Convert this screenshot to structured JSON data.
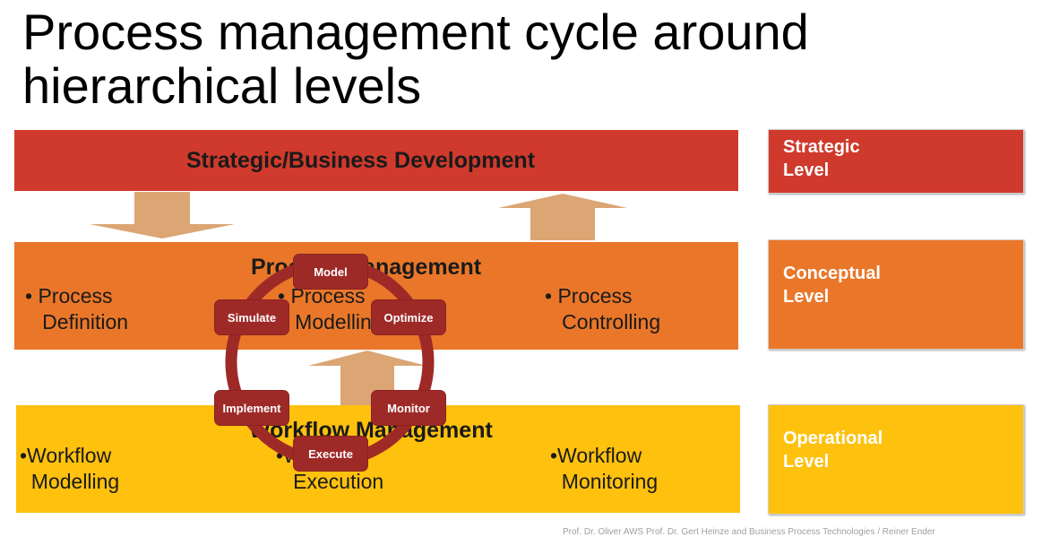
{
  "title_line1": "Process management cycle around",
  "title_line2": "hierarchical levels",
  "bands": {
    "strategic": {
      "title": "Strategic/Business Development"
    },
    "conceptual": {
      "title": "Process Management",
      "bullets": [
        "• Process\n   Definition",
        "• Process\n   Modelling",
        "• Process\n   Controlling"
      ]
    },
    "operational": {
      "title": "Workflow Management",
      "bullets": [
        "•Workflow\n  Modelling",
        "•Workflow\n   Execution",
        "•Workflow\n  Monitoring"
      ]
    }
  },
  "levels": {
    "strategic": "Strategic\nLevel",
    "conceptual": "Conceptual\nLevel",
    "operational": "Operational\nLevel"
  },
  "cycle": {
    "steps": [
      "Model",
      "Optimize",
      "Monitor",
      "Execute",
      "Implement",
      "Simulate"
    ],
    "color": "#9e2a28"
  },
  "colors": {
    "strategic": "#cf3a2c",
    "conceptual": "#ea7729",
    "operational": "#fec10e",
    "arrow": "#dba574"
  },
  "footer": "Prof. Dr. Oliver AWS Prof. Dr. Gert Heinze and Business Process Technologies / Reiner Ender"
}
